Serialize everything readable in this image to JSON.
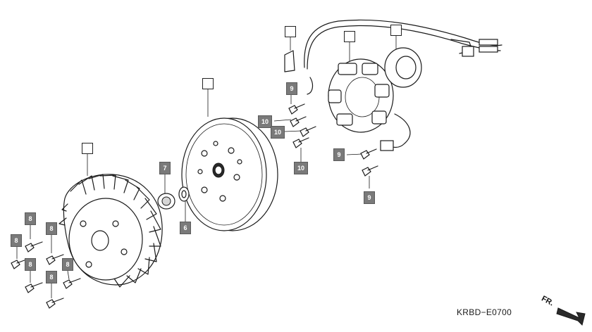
{
  "diagram_code": "KRBD−E0700",
  "direction_label": "FR.",
  "callouts": {
    "c9a": "9",
    "c10a": "10",
    "c10b": "10",
    "c10c": "10",
    "c9b": "9",
    "c9c": "9",
    "c7": "7",
    "c6": "6",
    "c8a": "8",
    "c8b": "8",
    "c8c": "8",
    "c8d": "8",
    "c8e": "8",
    "c8f": "8"
  },
  "icons": {
    "arrow": "front-direction-arrow-icon"
  }
}
